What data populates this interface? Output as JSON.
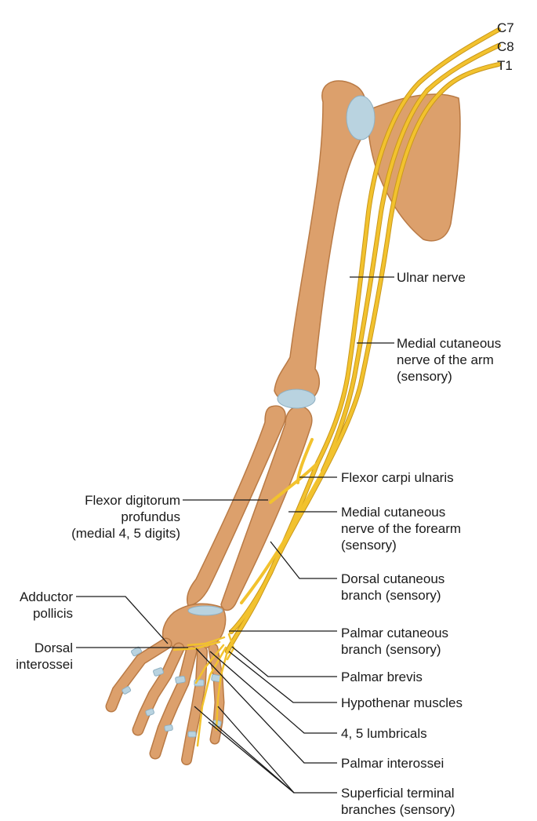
{
  "roots": {
    "c7": "C7",
    "c8": "C8",
    "t1": "T1"
  },
  "labels": {
    "ulnar_nerve": "Ulnar nerve",
    "medial_cutaneous_arm": [
      "Medial cutaneous",
      "nerve of the arm",
      "(sensory)"
    ],
    "flexor_carpi_ulnaris": "Flexor carpi ulnaris",
    "flexor_digitorum_profundus": [
      "Flexor digitorum",
      "profundus",
      "(medial 4, 5 digits)"
    ],
    "medial_cutaneous_forearm": [
      "Medial cutaneous",
      "nerve of the forearm",
      "(sensory)"
    ],
    "dorsal_cutaneous_branch": [
      "Dorsal cutaneous",
      "branch (sensory)"
    ],
    "adductor_pollicis": [
      "Adductor",
      "pollicis"
    ],
    "palmar_cutaneous_branch": [
      "Palmar cutaneous",
      "branch (sensory)"
    ],
    "dorsal_interossei": [
      "Dorsal",
      "interossei"
    ],
    "palmar_brevis": "Palmar brevis",
    "hypothenar_muscles": "Hypothenar muscles",
    "lumbricals": "4, 5 lumbricals",
    "palmar_interossei": "Palmar interossei",
    "superficial_terminal_branches": [
      "Superficial terminal",
      "branches (sensory)"
    ]
  },
  "colors": {
    "bone": "#dca06c",
    "bone_shadow": "#b97a45",
    "cartilage": "#b9d3e0",
    "nerve": "#f2c22e",
    "nerve_edge": "#c9971a",
    "leader": "#1a1a1a"
  }
}
